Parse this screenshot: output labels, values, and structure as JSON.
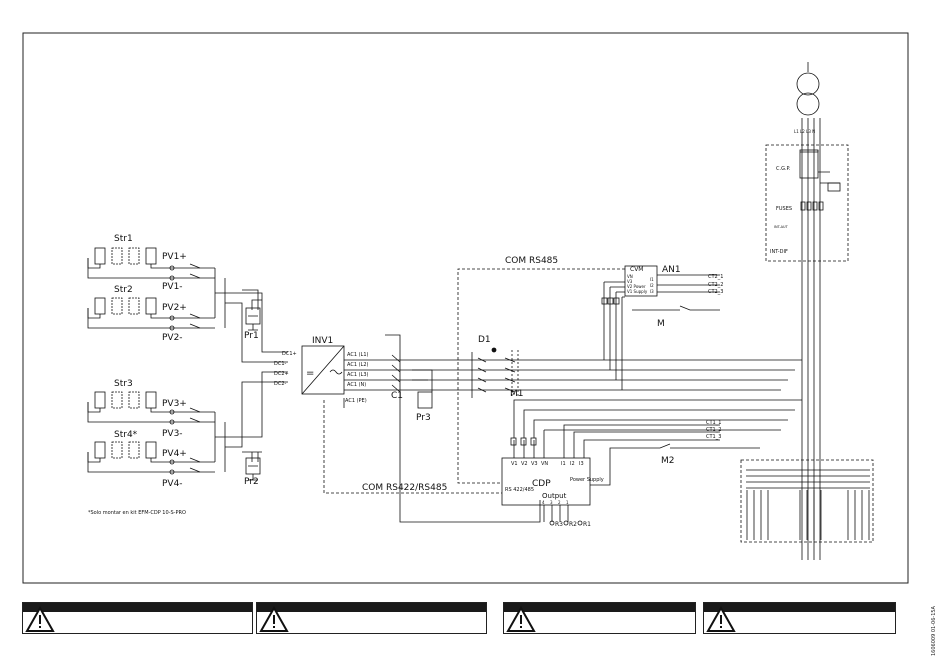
{
  "diagram": {
    "strings": [
      "Str1",
      "Str2",
      "Str3",
      "Str4*"
    ],
    "pv_labels": [
      "PV1+",
      "PV1-",
      "PV2+",
      "PV2-",
      "PV3+",
      "PV3-",
      "PV4+",
      "PV4-"
    ],
    "surge_protectors": [
      "Pr1",
      "Pr2",
      "Pr3"
    ],
    "inverter": {
      "name": "INV1",
      "symbol": "=",
      "dc_ports": [
        "DC1+",
        "DC1-",
        "DC2+",
        "DC2-"
      ],
      "ac_ports": [
        "AC1 (L1)",
        "AC1 (L2)",
        "AC1 (L3)",
        "AC1 (N)"
      ],
      "pe_port": "AC1 (PE)"
    },
    "breakers": [
      "C1",
      "D1",
      "M1",
      "M2"
    ],
    "meter": {
      "name": "AN1",
      "model": "CVM",
      "pins": [
        "VN",
        "V3",
        "V2 Power",
        "V1 Supply"
      ],
      "pins_right": [
        "I1",
        "I2",
        "I3"
      ],
      "cts": [
        "CT2_1",
        "CT2_2",
        "CT2_3"
      ],
      "switch": "M"
    },
    "cdp": {
      "name": "CDP",
      "inputs": [
        "V1",
        "V2",
        "V3",
        "VN",
        "I1",
        "I2",
        "I3"
      ],
      "power_supply": "Power Supply",
      "rs_label": "RS 422/485",
      "output_label": "Output",
      "output_pins": [
        "4",
        "3",
        "2",
        "1"
      ],
      "relays": [
        "R3",
        "R2",
        "R1"
      ],
      "cts": [
        "CT1_1",
        "CT1_2",
        "CT1_3"
      ]
    },
    "comms": [
      "COM RS485",
      "COM RS422/RS485"
    ],
    "grid": {
      "cgp": "C.G.P.",
      "fuses": "FUSES",
      "int_aut": "INT-AUT",
      "int_dif": "INT-DIF",
      "transformer_label": "L1 L2 L3 N"
    },
    "footnote": "*Solo montar en kit EFM-CDP 10-S-PRO"
  },
  "warnings": [
    {
      "icon": "warning-triangle-icon",
      "text": ""
    },
    {
      "icon": "warning-triangle-icon",
      "text": ""
    },
    {
      "icon": "warning-triangle-icon",
      "text": ""
    },
    {
      "icon": "warning-triangle-icon",
      "text": ""
    }
  ],
  "doc_code": "1606009 01-06-15A"
}
